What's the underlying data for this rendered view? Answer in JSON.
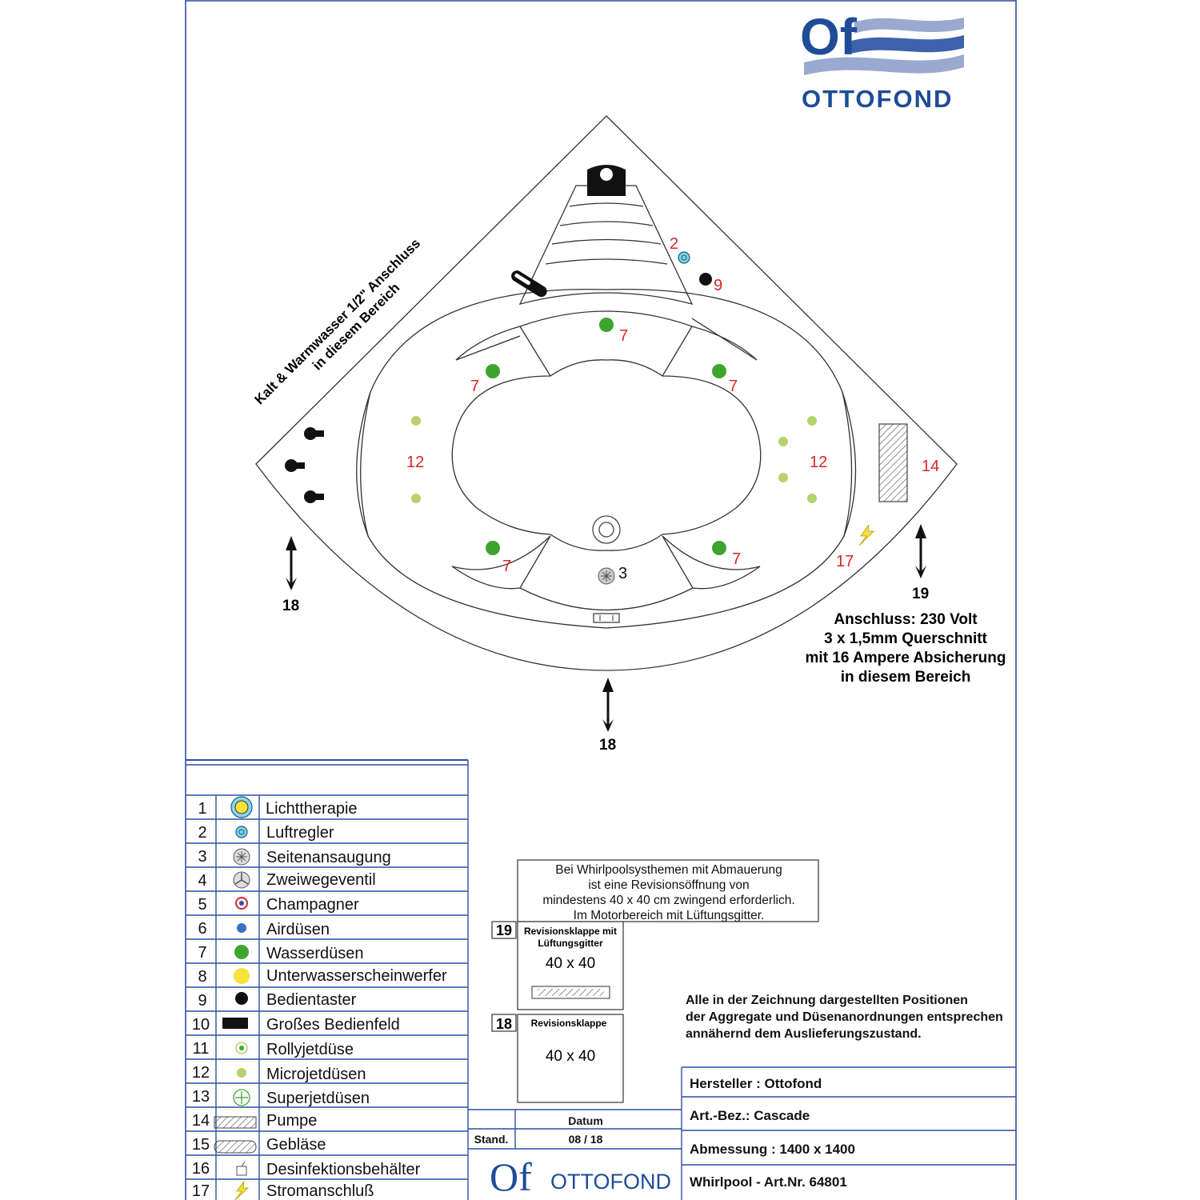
{
  "logo": {
    "mark": "Of",
    "name": "OTTOFOND"
  },
  "plan": {
    "connection_water": {
      "line1": "Kalt & Warmwasser  1/2\" Anschluss",
      "line2": "in diesem Bereich"
    },
    "connection_power": {
      "line1": "Anschluss: 230 Volt",
      "line2": "3 x 1,5mm Querschnitt",
      "line3": "mit 16 Ampere Absicherung",
      "line4": "in diesem Bereich"
    },
    "callouts": {
      "n2": "2",
      "n9": "9",
      "n3": "3",
      "n14": "14",
      "n17": "17",
      "n7": [
        "7",
        "7",
        "7",
        "7",
        "7"
      ],
      "n12": [
        "12",
        "12"
      ],
      "arrows": [
        "18",
        "19",
        "18"
      ]
    }
  },
  "legend": {
    "items": [
      {
        "num": "1",
        "label": "Lichttherapie",
        "icon": "light-therapy-icon"
      },
      {
        "num": "2",
        "label": "Luftregler",
        "icon": "air-regulator-icon"
      },
      {
        "num": "3",
        "label": "Seitenansaugung",
        "icon": "side-suction-icon"
      },
      {
        "num": "4",
        "label": "Zweiwegeventil",
        "icon": "two-way-valve-icon"
      },
      {
        "num": "5",
        "label": "Champagner",
        "icon": "champagne-icon"
      },
      {
        "num": "6",
        "label": "Airdüsen",
        "icon": "air-jet-icon"
      },
      {
        "num": "7",
        "label": "Wasserdüsen",
        "icon": "water-jet-icon"
      },
      {
        "num": "8",
        "label": "Unterwasserscheinwerfer",
        "icon": "underwater-light-icon"
      },
      {
        "num": "9",
        "label": "Bedientaster",
        "icon": "control-button-icon"
      },
      {
        "num": "10",
        "label": "Großes Bedienfeld",
        "icon": "control-panel-icon"
      },
      {
        "num": "11",
        "label": "Rollyjetdüse",
        "icon": "rolly-jet-icon"
      },
      {
        "num": "12",
        "label": "Microjetdüsen",
        "icon": "micro-jet-icon"
      },
      {
        "num": "13",
        "label": "Superjetdüsen",
        "icon": "super-jet-icon"
      },
      {
        "num": "14",
        "label": "Pumpe",
        "icon": "pump-icon"
      },
      {
        "num": "15",
        "label": "Gebläse",
        "icon": "blower-icon"
      },
      {
        "num": "16",
        "label": "Desinfektionsbehälter",
        "icon": "disinfection-container-icon"
      },
      {
        "num": "17",
        "label": "Stromanschluß",
        "icon": "power-connection-icon"
      }
    ]
  },
  "note_box": {
    "lines": [
      "Bei Whirlpoolsysthemen mit Abmauerung",
      "ist eine Revisionsöffnung von",
      "mindestens 40 x 40 cm zwingend erforderlich.",
      "Im Motorbereich mit Lüftungsgitter."
    ]
  },
  "hatch19": {
    "num": "19",
    "title1": "Revisionsklappe mit",
    "title2": "Lüftungsgitter",
    "size": "40 x 40"
  },
  "hatch18": {
    "num": "18",
    "title1": "Revisionsklappe",
    "size": "40 x 40"
  },
  "disclaimer": {
    "line1": "Alle in der Zeichnung dargestellten Positionen",
    "line2": "der Aggregate und Düsenanordnungen entsprechen",
    "line3": "annähernd dem Auslieferungszustand."
  },
  "title_block": {
    "manufacturer": "Hersteller : Ottofond",
    "article": "Art.-Bez.: Cascade",
    "dimension": "Abmessung : 1400 x 1400",
    "product": "Whirlpool - Art.Nr. 64801",
    "date_header": "Datum",
    "stand_label": "Stand.",
    "date_value": "08 / 18",
    "logo_mark": "Of",
    "logo_name": "OTTOFOND"
  },
  "colors": {
    "frame_blue": "#2f4fa3",
    "logo_blue": "#1f4c97",
    "jet_green": "#3da52e",
    "micro_green": "#b5d36a",
    "callout_red": "#d8262b",
    "light_yellow": "#f5e23a"
  }
}
